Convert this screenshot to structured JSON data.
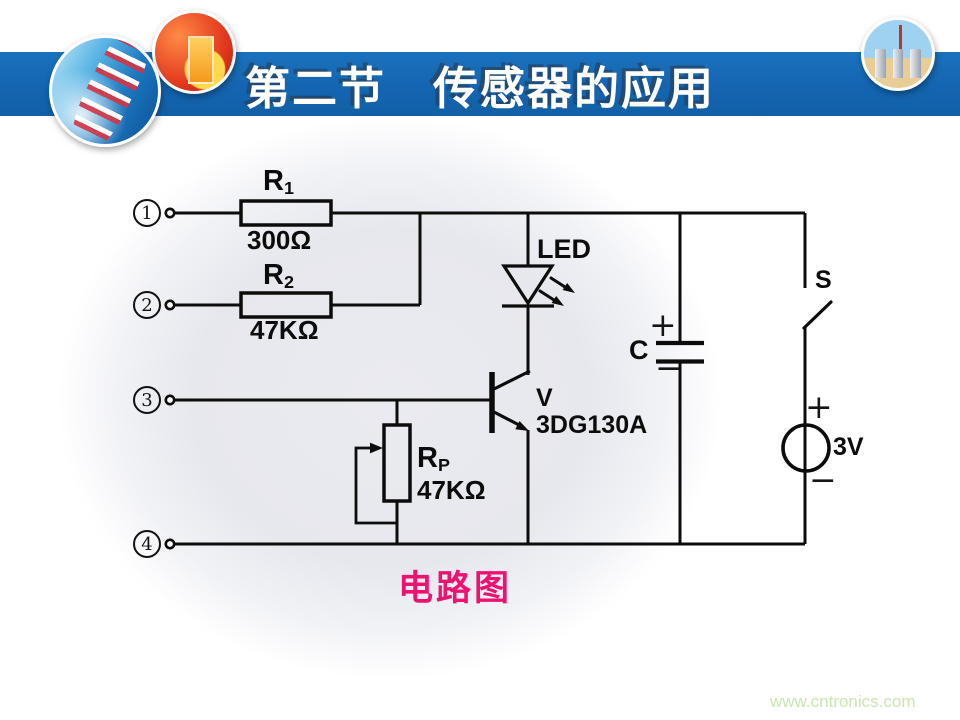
{
  "header": {
    "title": "第二节　传感器的应用"
  },
  "terminals": [
    {
      "label": "1"
    },
    {
      "label": "2"
    },
    {
      "label": "3"
    },
    {
      "label": "4"
    }
  ],
  "circuit": {
    "r1": {
      "name": "R",
      "sub": "1",
      "value": "300Ω"
    },
    "r2": {
      "name": "R",
      "sub": "2",
      "value": "47KΩ"
    },
    "rp": {
      "name": "R",
      "sub": "P",
      "value": "47KΩ"
    },
    "led": {
      "label": "LED"
    },
    "transistor": {
      "designator": "V",
      "model": "3DG130A"
    },
    "capacitor": {
      "label": "C",
      "plus": "+",
      "minus": "−"
    },
    "switch": {
      "label": "S"
    },
    "battery": {
      "value": "3V",
      "plus": "+",
      "minus": "−"
    }
  },
  "caption": "电路图",
  "watermark": "www.cntronics.com",
  "colors": {
    "banner_blue": "#1465b1",
    "caption_pink": "#ee1270",
    "watermark_green": "#c9e6b3",
    "line_black": "#0c0c0c"
  }
}
